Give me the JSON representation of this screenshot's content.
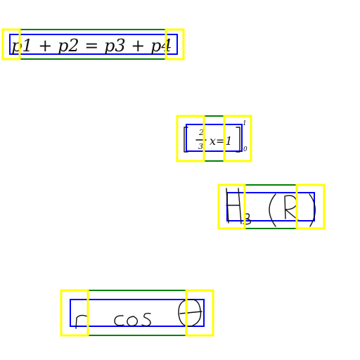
{
  "colors": {
    "background": "#ffffff",
    "expression_box": "#008000",
    "inner_box": "#0000ff",
    "end_box": "#ffff00",
    "ink": "#111111"
  },
  "expressions": [
    {
      "id": "expr-1",
      "latex": "p_1 + p_2 = p_3 + p_4",
      "display_text": "p1 + p2  = p3 + p4"
    },
    {
      "id": "expr-2",
      "latex": "\\left[ \\frac{2}{3} x = 1 \\right]_{0}^{1}",
      "display_text": "2/3 x = 1"
    },
    {
      "id": "expr-3",
      "latex": "H_3 ( R )",
      "display_text": "H3(R)"
    },
    {
      "id": "expr-4",
      "latex": "r \\cos \\theta",
      "display_text": "r  cos θ"
    }
  ]
}
